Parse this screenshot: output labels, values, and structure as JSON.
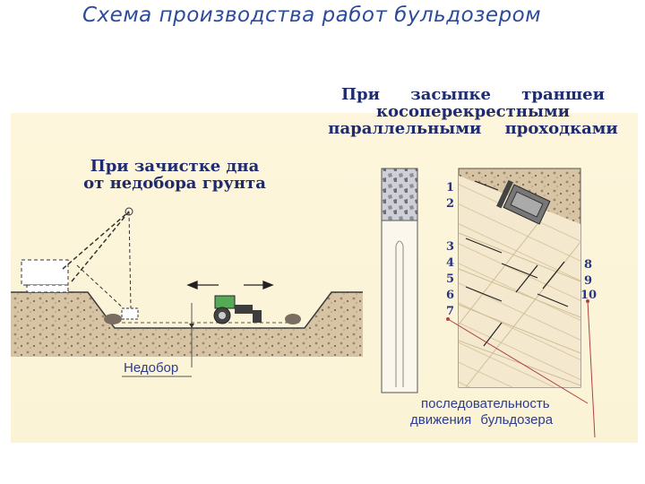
{
  "title": "Схема производства работ бульдозером",
  "left_heading": [
    "При зачистке дна",
    "от недобора грунта"
  ],
  "right_heading": [
    "При засыпке траншеи",
    "косоперекрестными",
    "параллельными проходками"
  ],
  "label_nedobor": "Недобор",
  "label_sequence": [
    "последовательность",
    "движения бульдозера"
  ],
  "numbers_left": [
    "1",
    "2",
    "3",
    "4",
    "5",
    "6",
    "7"
  ],
  "numbers_right": [
    "8",
    "9",
    "10"
  ],
  "colors": {
    "title": "#2d4b9b",
    "heading": "#1e2b6f",
    "panel": "#fdf6dc",
    "soil": "#c9b08a",
    "marker": "#b0413e"
  }
}
